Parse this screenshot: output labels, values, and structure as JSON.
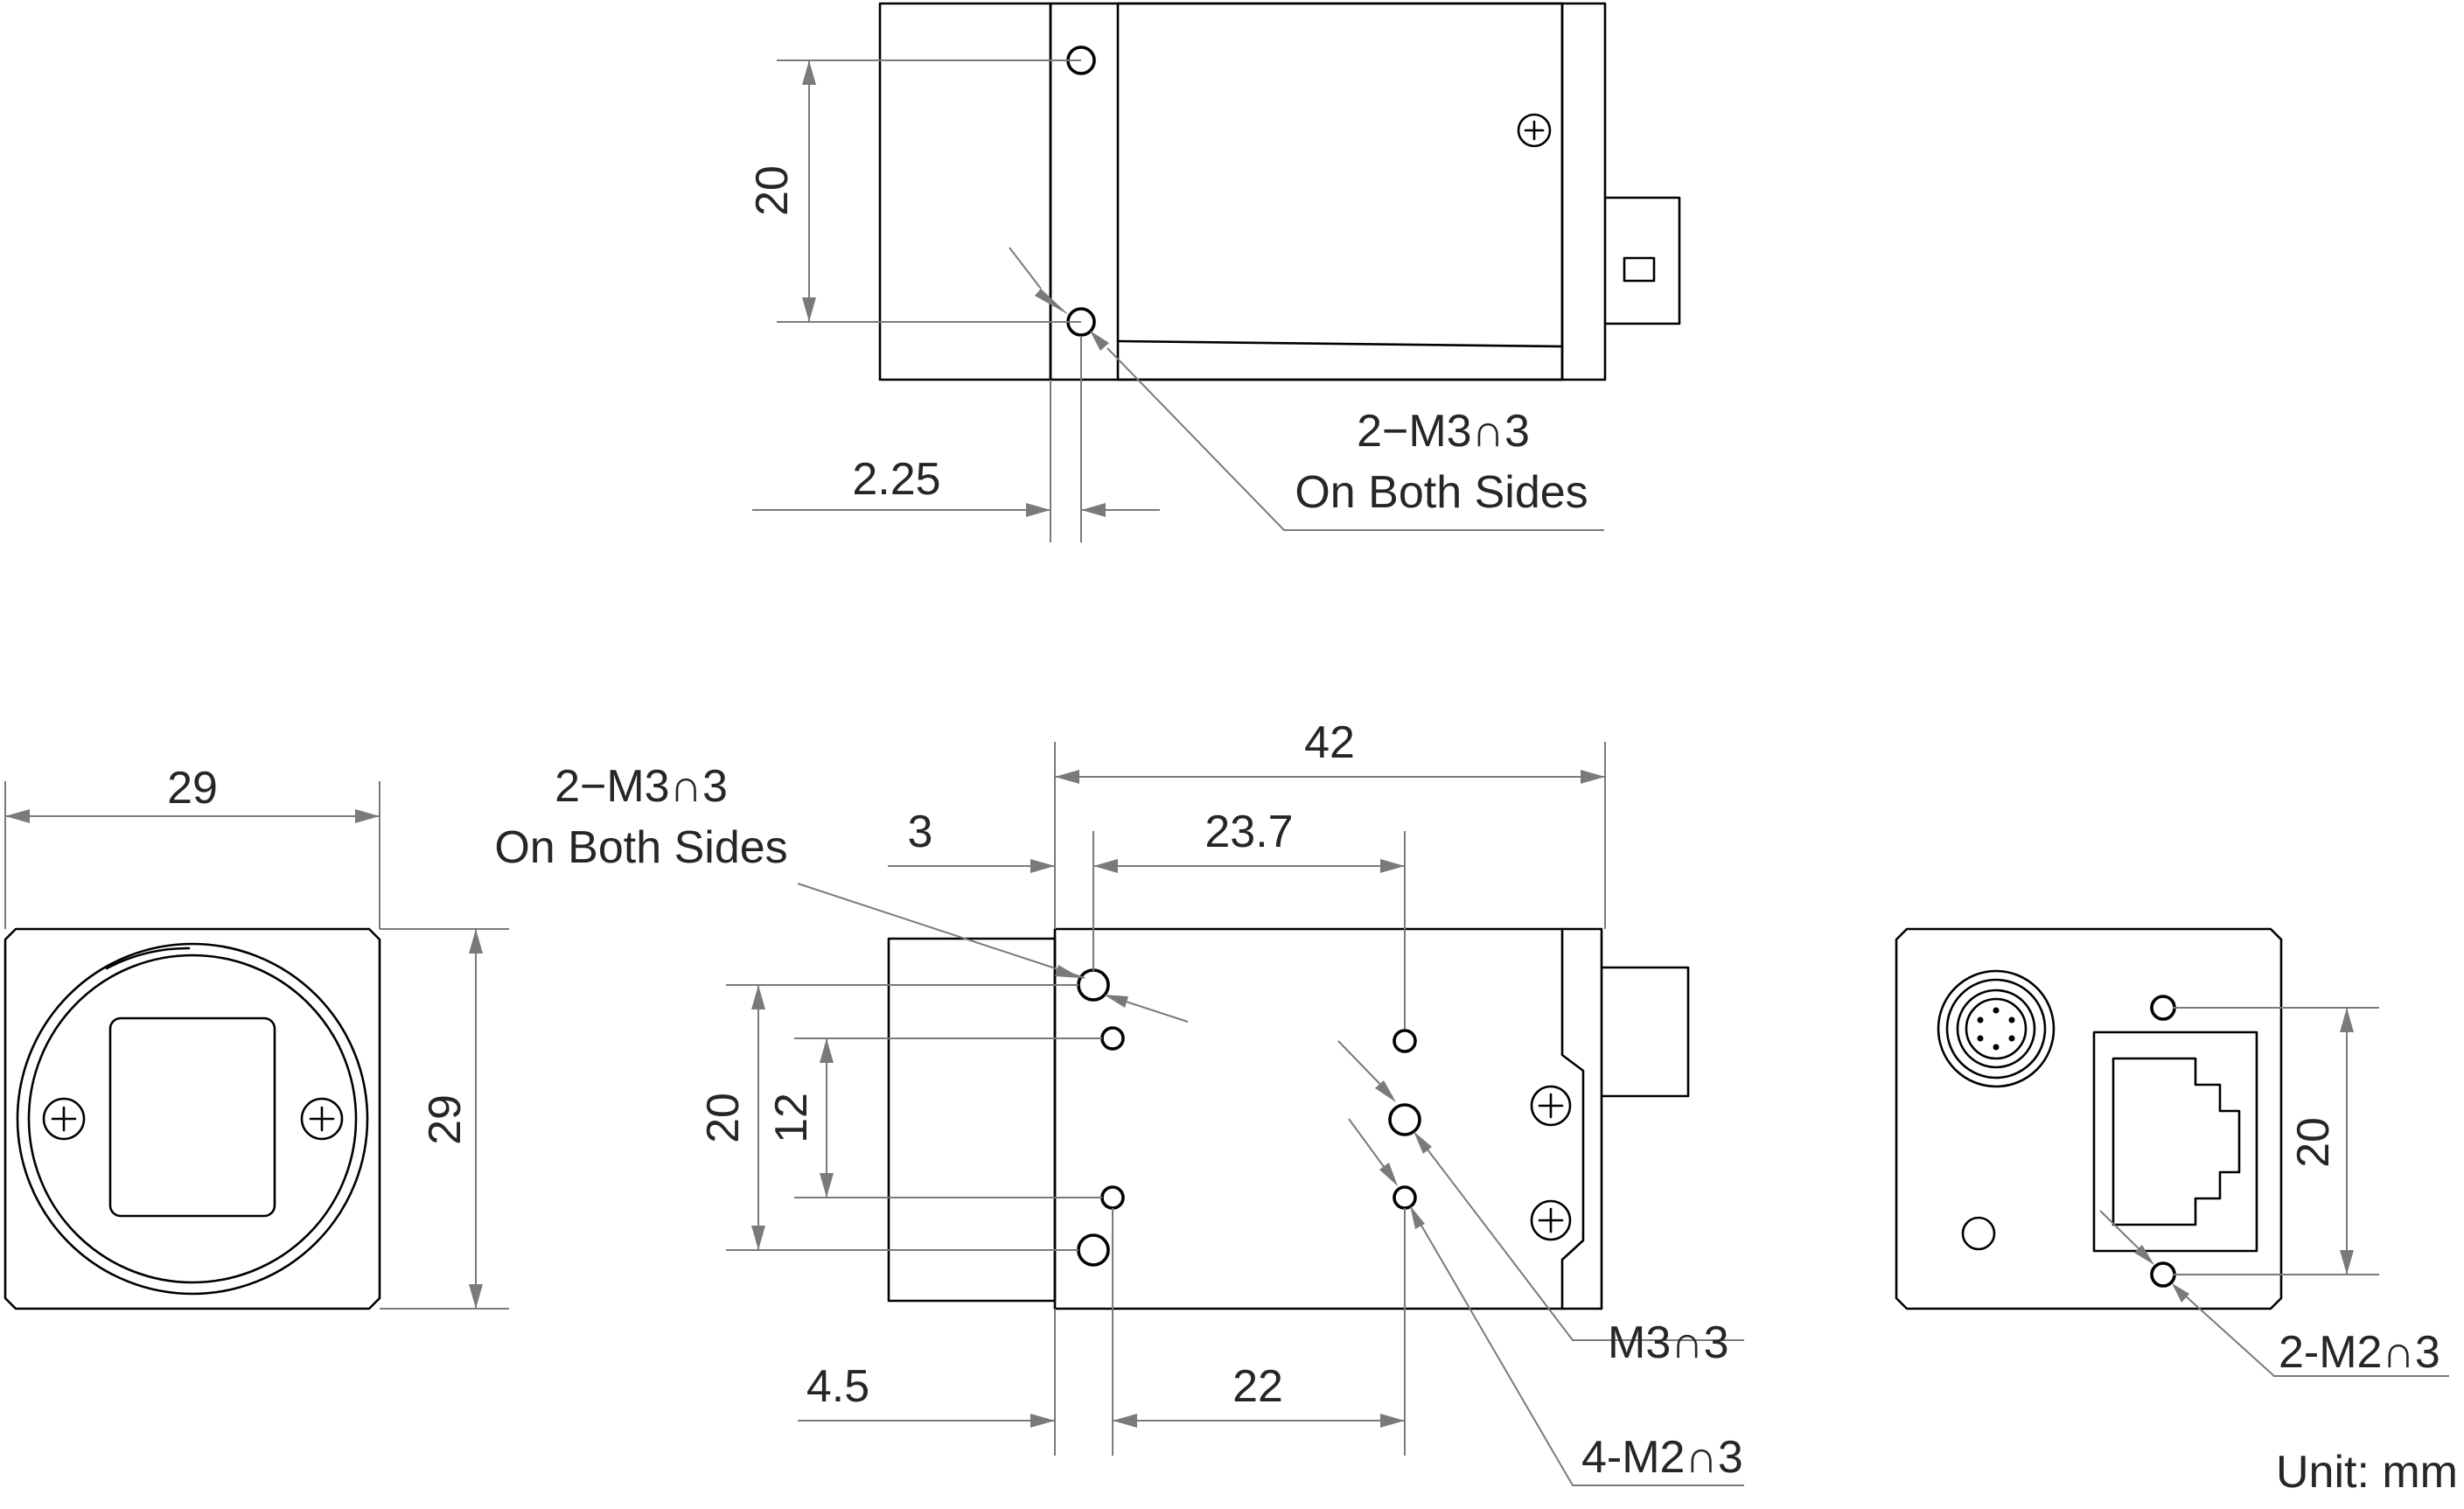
{
  "top_view": {
    "dim_hole_spacing": "20",
    "dim_hole_offset": "2.25",
    "callout_line1": "2−M3∩3",
    "callout_line2": "On Both Sides"
  },
  "front_view": {
    "dim_width": "29",
    "dim_height": "29"
  },
  "side_view": {
    "dim_overall_length": "42",
    "dim_3": "3",
    "dim_23_7": "23.7",
    "dim_20": "20",
    "dim_12": "12",
    "dim_4_5": "4.5",
    "dim_22": "22",
    "callout_line1": "2−M3∩3",
    "callout_line2": "On Both Sides",
    "callout_m3": "M3∩3",
    "callout_4m2": "4-M2∩3"
  },
  "rear_view": {
    "dim_20": "20",
    "callout_2m2": "2-M2∩3"
  },
  "unit_label": "Unit: mm",
  "colors": {
    "outline": "#000000",
    "dimension": "#7a7a7a",
    "text": "#262626"
  },
  "icons": [
    "cross-screw-icon",
    "rj45-port-icon",
    "gpio-connector-icon"
  ]
}
